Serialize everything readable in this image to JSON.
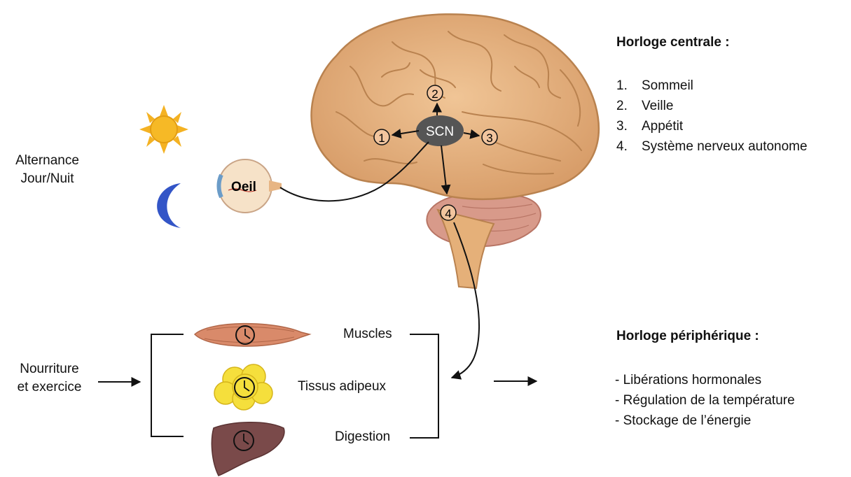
{
  "left": {
    "alternance_line1": "Alternance",
    "alternance_line2": "Jour/Nuit",
    "nourriture_line1": "Nourriture",
    "nourriture_line2": "et exercice"
  },
  "eye": {
    "label": "Oeil"
  },
  "brain": {
    "scn_label": "SCN",
    "markers": [
      "1",
      "2",
      "3",
      "4"
    ]
  },
  "central": {
    "heading": "Horloge centrale :",
    "items": [
      {
        "num": "1.",
        "text": "Sommeil"
      },
      {
        "num": "2.",
        "text": "Veille"
      },
      {
        "num": "3.",
        "text": "Appétit"
      },
      {
        "num": "4.",
        "text": "Système nerveux autonome"
      }
    ]
  },
  "organs": {
    "muscles": "Muscles",
    "adipose": "Tissus adipeux",
    "digestion": "Digestion"
  },
  "peripheral": {
    "heading": "Horloge périphérique :",
    "items": [
      "- Libérations hormonales",
      "- Régulation de la température",
      "- Stockage de l’énergie"
    ]
  },
  "colors": {
    "brain": "#e7b584",
    "brain_dark": "#b9824f",
    "scn": "#555555",
    "sun": "#f4b223",
    "moon": "#3355c7",
    "muscle": "#d98a6a",
    "fat": "#f5df3c",
    "liver": "#7a4a4a"
  }
}
